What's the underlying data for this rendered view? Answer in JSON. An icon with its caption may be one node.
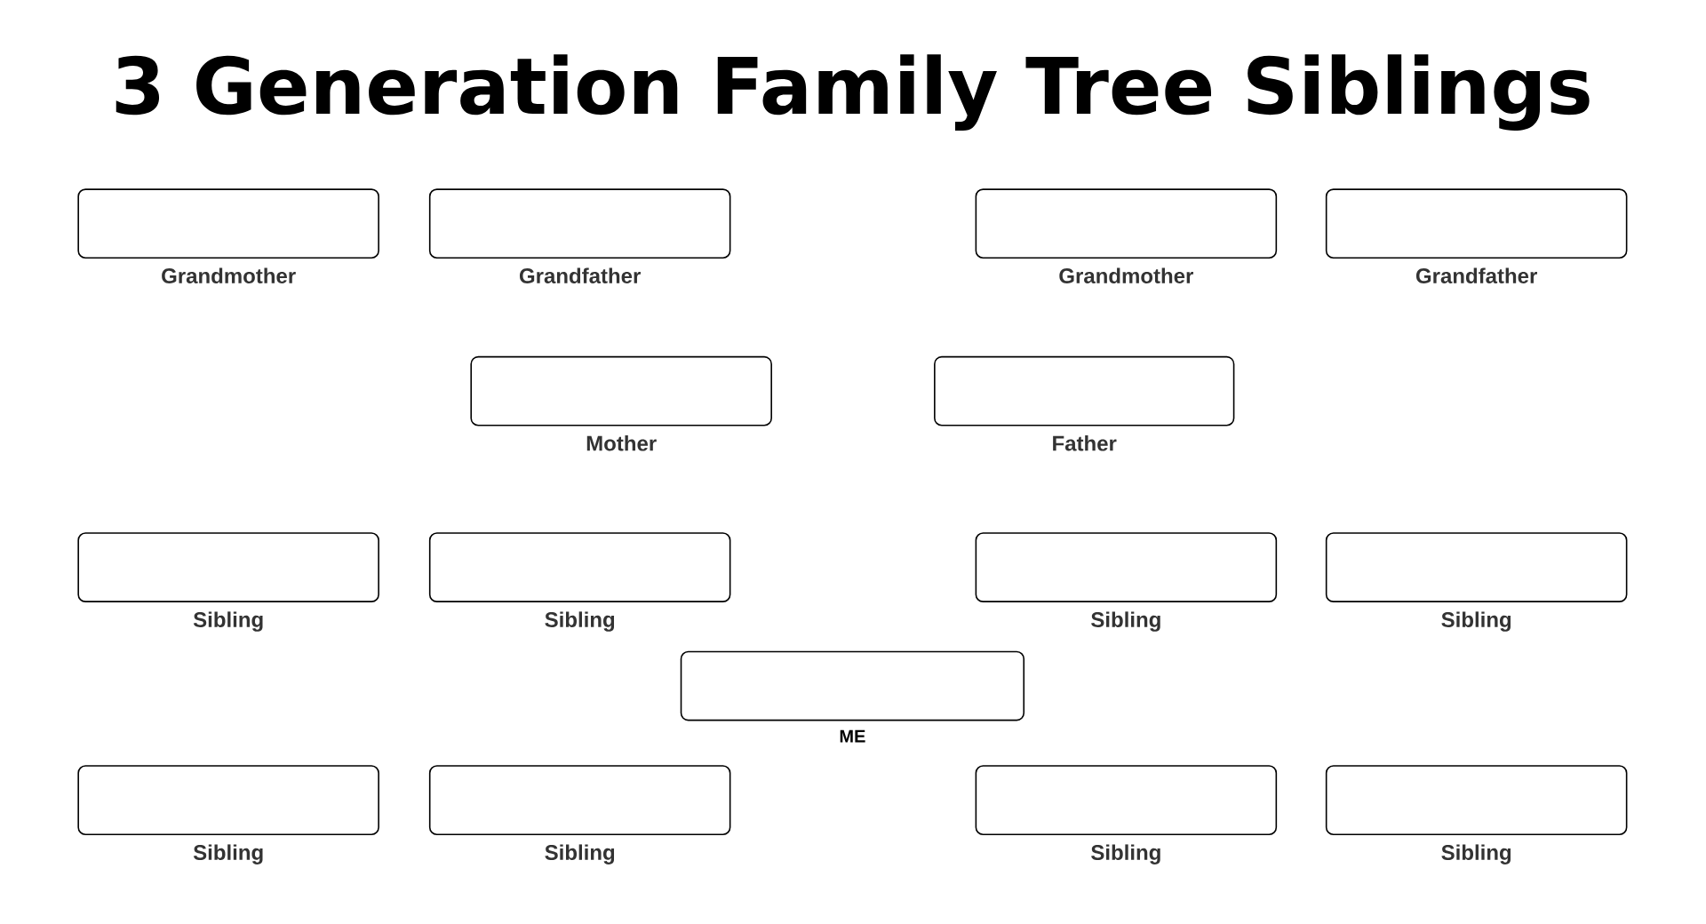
{
  "diagram": {
    "title": "3 Generation Family Tree Siblings",
    "nodes": [
      {
        "text": [
          "Grandmother"
        ]
      },
      {
        "text": [
          "Grandfather"
        ]
      },
      {
        "text": [
          "Grandmother"
        ]
      },
      {
        "text": [
          "Grandfather"
        ]
      },
      {
        "text": [
          "Mother"
        ]
      },
      {
        "text": [
          "Father"
        ]
      },
      {
        "text": [
          "Sibling"
        ]
      },
      {
        "text": [
          "Sibling"
        ]
      },
      {
        "text": [
          "Sibling"
        ]
      },
      {
        "text": [
          "Sibling"
        ]
      },
      {
        "text": [
          "ME"
        ]
      },
      {
        "text": [
          "Sibling"
        ]
      },
      {
        "text": [
          "Sibling"
        ]
      },
      {
        "text": [
          "Sibling"
        ]
      },
      {
        "text": [
          "Sibling"
        ]
      }
    ]
  }
}
